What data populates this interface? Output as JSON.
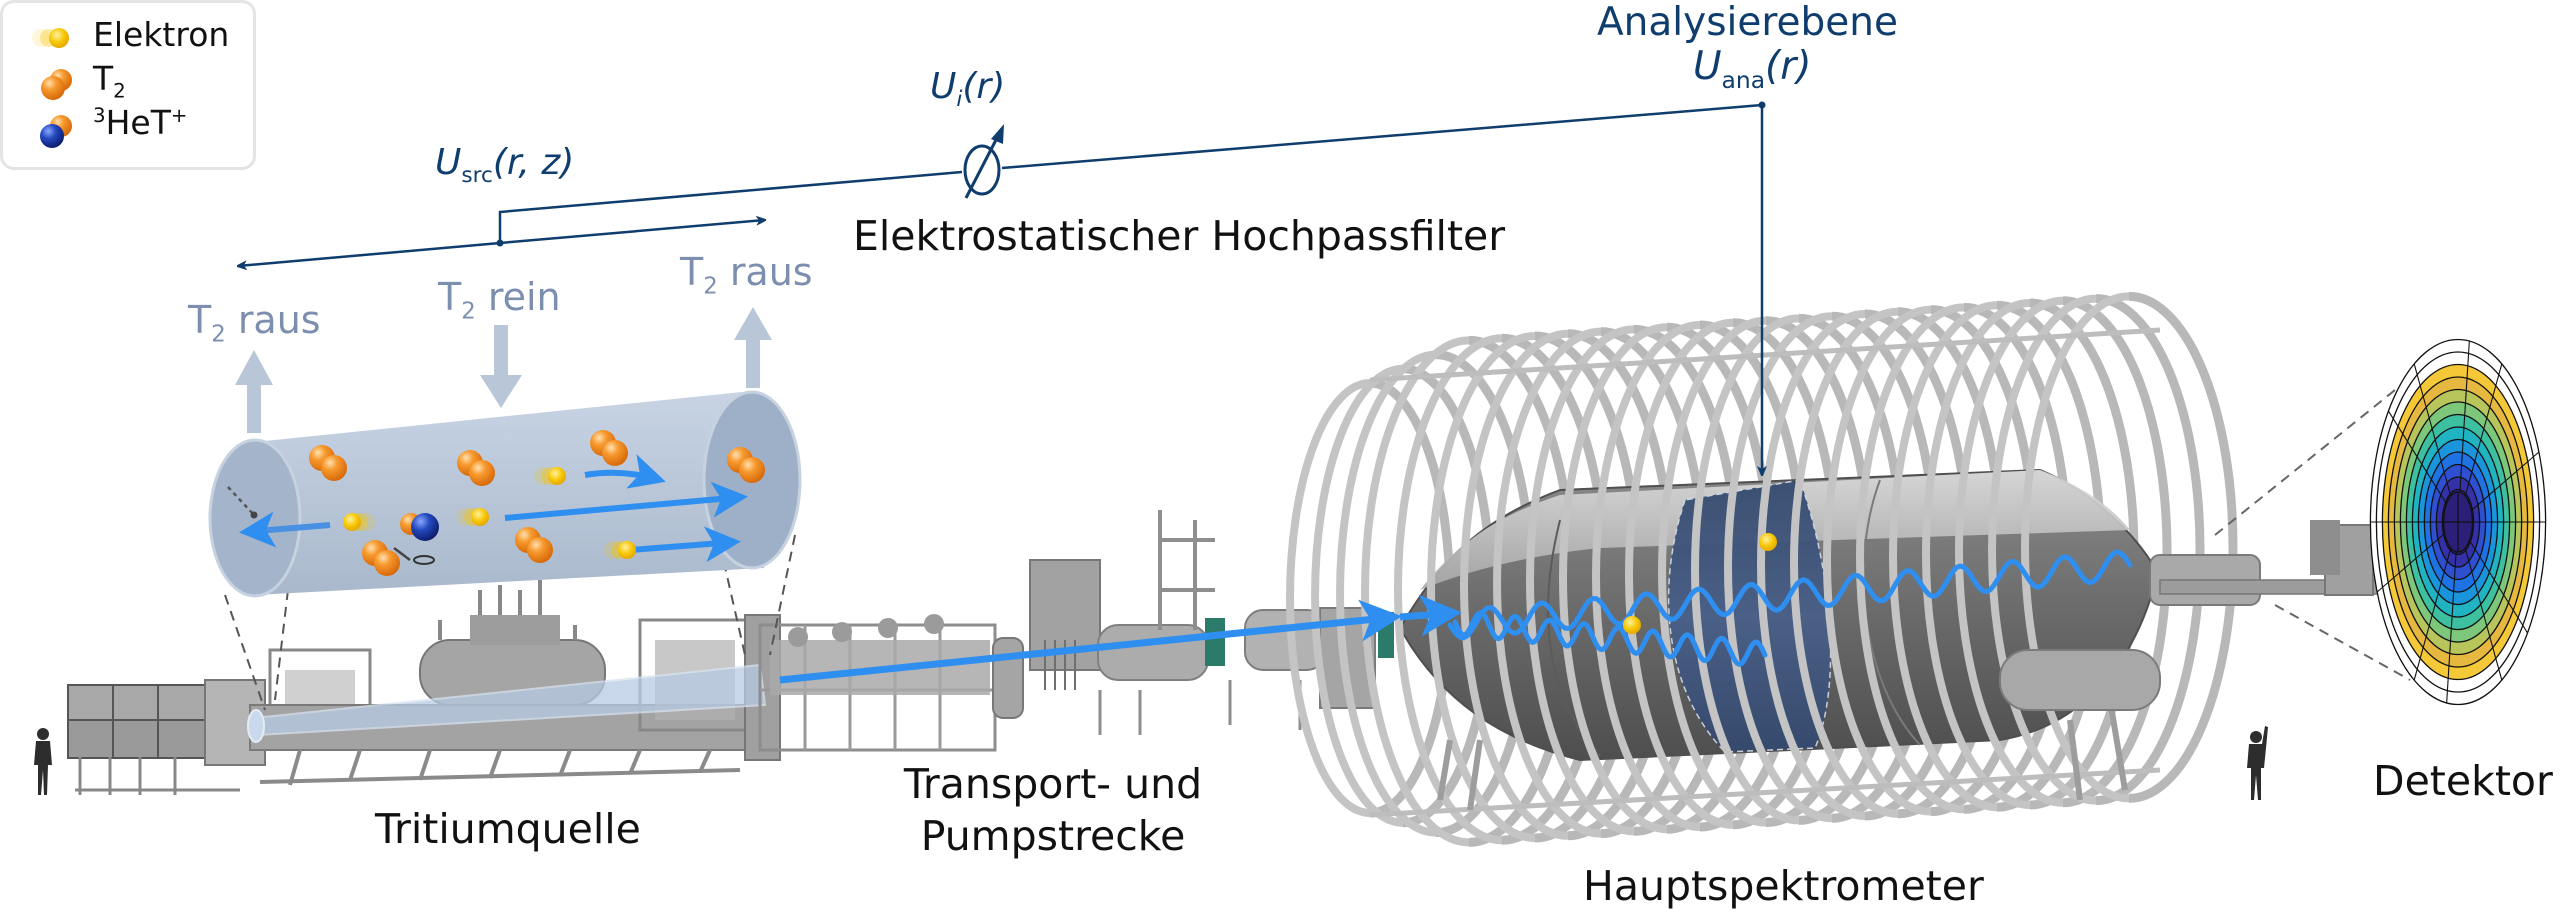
{
  "legend": {
    "items": [
      {
        "label": "Elektron",
        "icon": "electron-icon",
        "color": "#f5c400"
      },
      {
        "label_main": "T",
        "label_sub": "2",
        "icon": "tritium-molecule-icon",
        "color": "#f08a1c"
      },
      {
        "label_sup": "3",
        "label_main": "HeT",
        "label_sup2": "+",
        "icon": "helium-tritium-ion-icon",
        "color": "#1f3fa8"
      }
    ]
  },
  "labels": {
    "source_potential": {
      "main": "U",
      "sub": "src",
      "args": "(r, z)"
    },
    "retarding_potential": {
      "main": "U",
      "sub": "i",
      "args": "(r)"
    },
    "analysis_plane_title": "Analysierebene",
    "analysis_potential": {
      "main": "U",
      "sub": "ana",
      "args": "(r)"
    },
    "filter_title": "Elektrostatischer Hochpassfilter",
    "gas_out_left": {
      "main": "T",
      "sub": "2",
      "rest": " raus"
    },
    "gas_in": {
      "main": "T",
      "sub": "2",
      "rest": " rein"
    },
    "gas_out_right": {
      "main": "T",
      "sub": "2",
      "rest": " raus"
    }
  },
  "components": [
    {
      "id": "source",
      "label": "Tritiumquelle"
    },
    {
      "id": "transport",
      "label_line1": "Transport- und",
      "label_line2": "Pumpstrecke"
    },
    {
      "id": "spectrometer",
      "label": "Hauptspektrometer"
    },
    {
      "id": "detector",
      "label": "Detektor"
    }
  ],
  "colors": {
    "annotation_blue": "#0f3d6e",
    "beam_blue": "#2f8ff0",
    "flow_arrow": "#b9c6d8",
    "tube_fill": "#b8c6d9",
    "spectrometer_body": "#6d6d6d",
    "analysis_plane": "#3e5478",
    "electron": "#f7c600",
    "t2": "#f08a1c",
    "ion": "#1f3fa8",
    "equipment_gray": "#9a9a9a"
  },
  "detector": {
    "rings": 13,
    "colormap": [
      "#2b1f7a",
      "#3431a8",
      "#2d4fd0",
      "#1f72e3",
      "#1a95dc",
      "#20b3c2",
      "#3cc0a0",
      "#7cc77a",
      "#b8c55a",
      "#e6b840",
      "#f4c836",
      "#f8dc2a"
    ]
  }
}
